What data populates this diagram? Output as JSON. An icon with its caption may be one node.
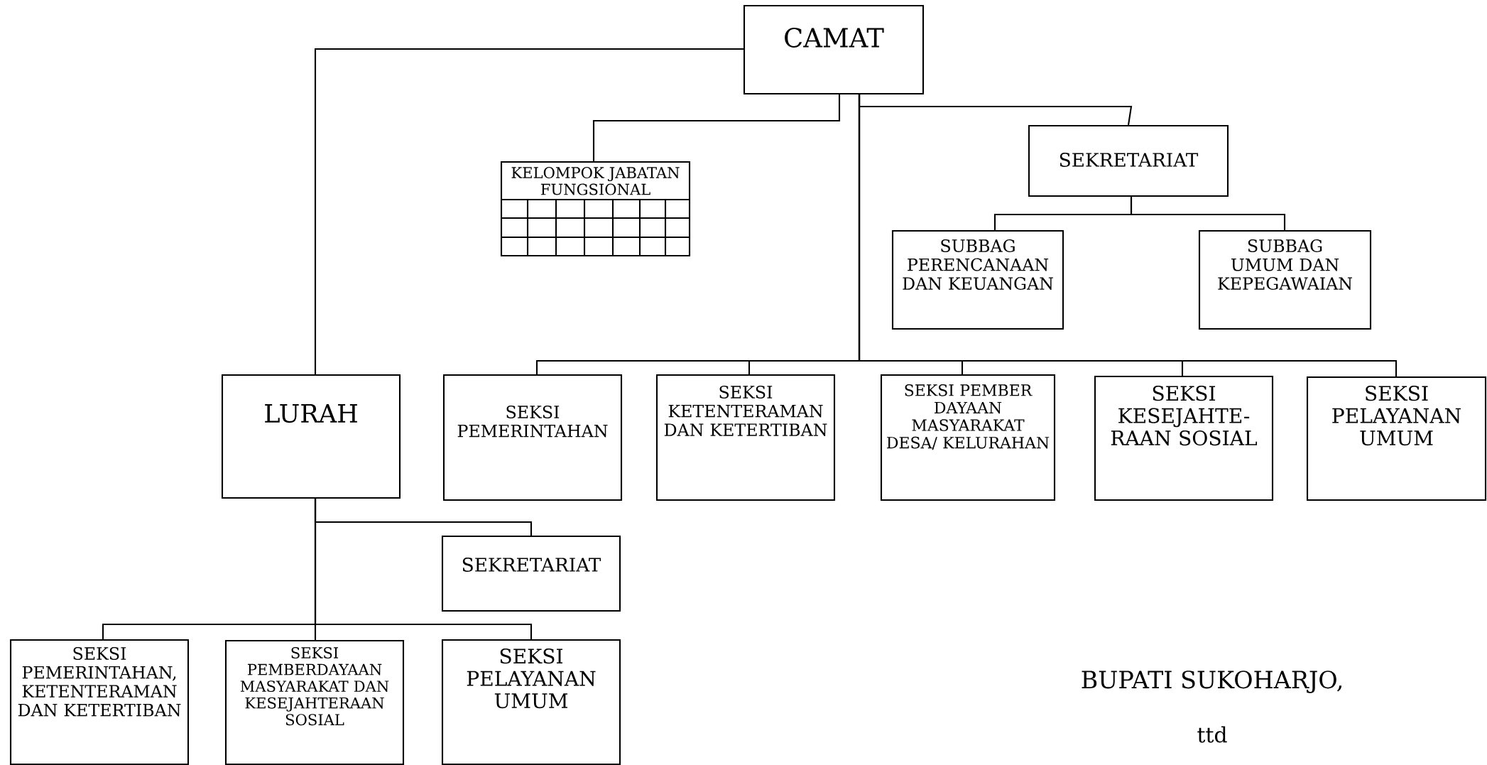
{
  "diagram": {
    "nodes": [
      {
        "text": [
          "CAMAT"
        ]
      },
      {
        "text": [
          "KELOMPOK JABATAN FUNGSIONAL"
        ]
      },
      {
        "text": [
          "SEKRETARIAT"
        ]
      },
      {
        "text": [
          "SUBBAG PERENCANAAN DAN KEUANGAN"
        ]
      },
      {
        "text": [
          "SUBBAG UMUM DAN KEPEGAWAIAN"
        ]
      },
      {
        "text": [
          "LURAH"
        ]
      },
      {
        "text": [
          "SEKSI PEMERINTAHAN"
        ]
      },
      {
        "text": [
          "SEKSI KETENTERAMAN DAN KETERTIBAN"
        ]
      },
      {
        "text": [
          "SEKSI PEMBER DAYAAN MASYARAKAT DESA/ KELURAHAN"
        ]
      },
      {
        "text": [
          "SEKSI KESEJAHTE- RAAN SOSIAL"
        ]
      },
      {
        "text": [
          "SEKSI PELAYANAN UMUM"
        ]
      },
      {
        "text": [
          "SEKRETARIAT"
        ]
      },
      {
        "text": [
          "SEKSI PEMERINTAHAN, KETENTERAMAN DAN KETERTIBAN"
        ]
      },
      {
        "text": [
          "SEKSI PEMBERDAYAAN MASYARAKAT DAN KESEJAHTERAAN SOSIAL"
        ]
      },
      {
        "text": [
          "SEKSI PELAYANAN UMUM"
        ]
      }
    ],
    "edges": [
      {
        "from": 0,
        "to": 5,
        "arrow": "none"
      },
      {
        "from": 0,
        "to": 1,
        "arrow": "none"
      },
      {
        "from": 0,
        "to": 2,
        "arrow": "none"
      },
      {
        "from": 2,
        "to": 3,
        "arrow": "none"
      },
      {
        "from": 2,
        "to": 4,
        "arrow": "none"
      },
      {
        "from": 0,
        "to": 6,
        "arrow": "none"
      },
      {
        "from": 0,
        "to": 7,
        "arrow": "none"
      },
      {
        "from": 0,
        "to": 8,
        "arrow": "none"
      },
      {
        "from": 0,
        "to": 9,
        "arrow": "none"
      },
      {
        "from": 0,
        "to": 10,
        "arrow": "none"
      },
      {
        "from": 5,
        "to": 11,
        "arrow": "none"
      },
      {
        "from": 5,
        "to": 12,
        "arrow": "none"
      },
      {
        "from": 5,
        "to": 13,
        "arrow": "none"
      },
      {
        "from": 5,
        "to": 14,
        "arrow": "none"
      }
    ],
    "labels": [
      "BUPATI SUKOHARJO,",
      "ttd"
    ]
  }
}
